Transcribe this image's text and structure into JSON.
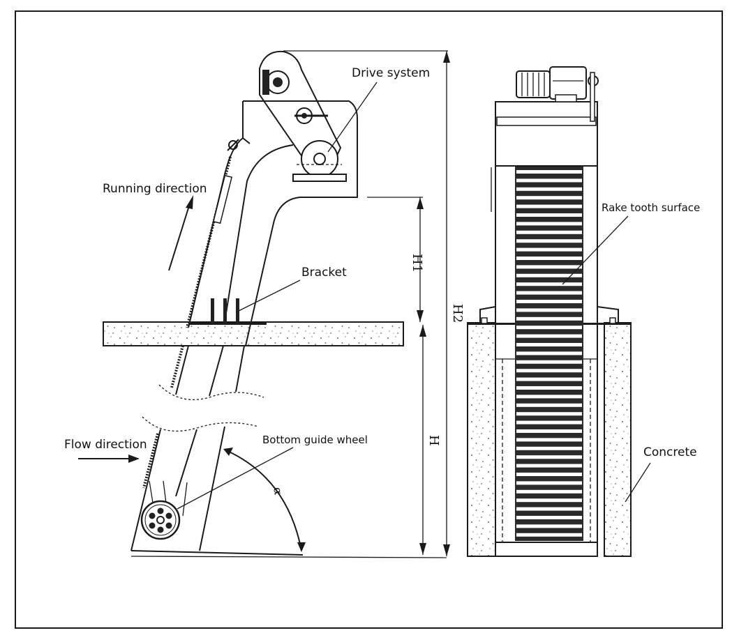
{
  "labels": {
    "drive_system": "Drive system",
    "running_direction": "Running direction",
    "bracket": "Bracket",
    "flow_direction": "Flow direction",
    "bottom_guide_wheel": "Bottom guide wheel",
    "rake_tooth_surface": "Rake tooth surface",
    "concrete": "Concrete"
  },
  "dimensions": {
    "h1": "H1",
    "h2": "H2",
    "h": "H",
    "alpha": "α"
  },
  "colors": {
    "line": "#1a1a1a",
    "rake_bar": "#222222",
    "background": "#ffffff"
  }
}
